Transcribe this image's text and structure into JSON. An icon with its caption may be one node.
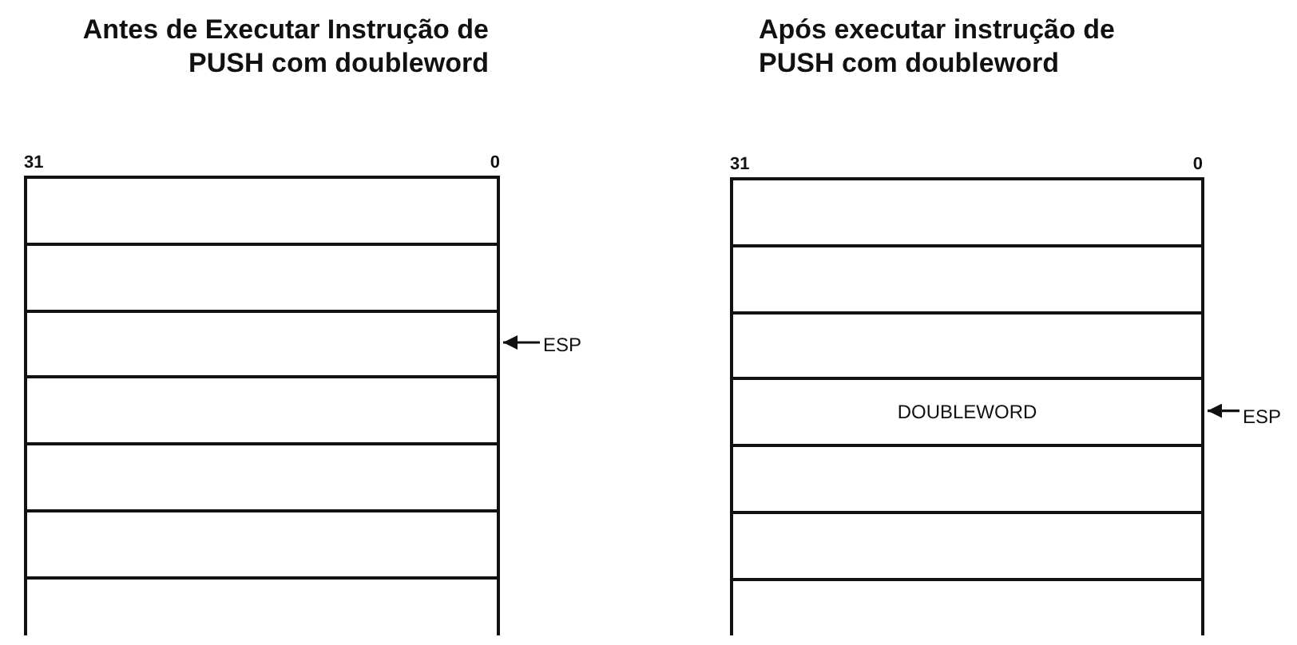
{
  "diagram": {
    "nodes": [
      {
        "text": [],
        "shape": "box"
      },
      {
        "text": [],
        "shape": "box",
        "in": 0
      },
      {
        "text": [],
        "shape": "box",
        "in": 0
      },
      {
        "text": [],
        "shape": "box",
        "in": 0
      },
      {
        "text": [],
        "shape": "box",
        "in": 0
      },
      {
        "text": [],
        "shape": "box",
        "in": 0
      },
      {
        "text": [],
        "shape": "box",
        "in": 0
      },
      {
        "text": [],
        "shape": "box",
        "in": 0
      },
      {
        "text": [
          "ESP"
        ]
      },
      {
        "text": [],
        "shape": "box"
      },
      {
        "text": [],
        "shape": "box",
        "in": 9
      },
      {
        "text": [],
        "shape": "box",
        "in": 9
      },
      {
        "text": [],
        "shape": "box",
        "in": 9
      },
      {
        "text": [
          "DOUBLEWORD"
        ],
        "in": 9
      },
      {
        "text": [],
        "shape": "box",
        "in": 9
      },
      {
        "text": [],
        "shape": "box",
        "in": 9
      },
      {
        "text": [],
        "shape": "box",
        "in": 9
      },
      {
        "text": [
          "ESP"
        ]
      }
    ],
    "edges": [
      {
        "from": 8,
        "to": 3,
        "arrow": "to"
      },
      {
        "from": 17,
        "to": 13,
        "arrow": "to"
      }
    ],
    "labels": [
      "Antes de Executar Instrução de PUSH com doubleword",
      "Após executar instrução de PUSH com doubleword",
      "31",
      "0",
      "31",
      "0"
    ]
  }
}
